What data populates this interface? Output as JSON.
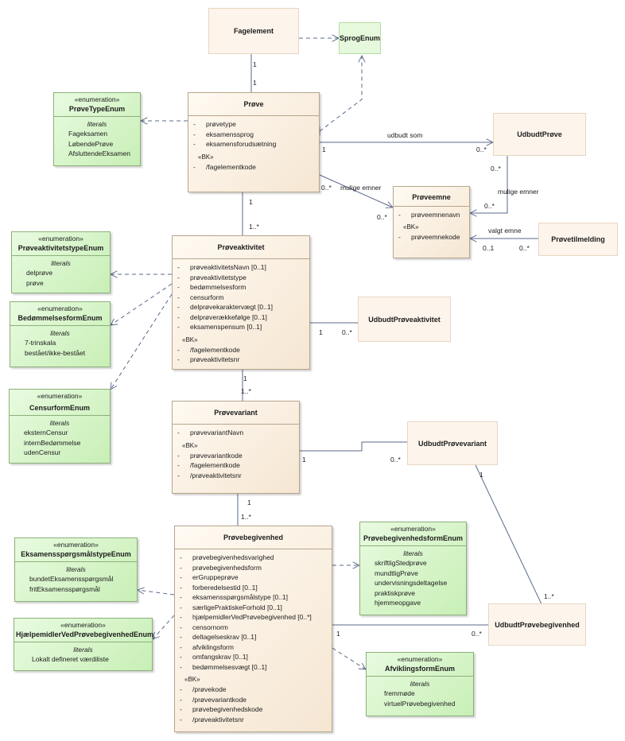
{
  "classes": {
    "fagelement": {
      "name": "Fagelement"
    },
    "sprogenum": {
      "name": "SprogEnum"
    },
    "prove": {
      "name": "Prøve",
      "attrs": [
        {
          "mark": "-",
          "text": "prøvetype"
        },
        {
          "mark": "-",
          "text": "eksamenssprog"
        },
        {
          "mark": "-",
          "text": "eksamensforudsætning"
        }
      ],
      "bk_label": "«BK»",
      "bk": [
        {
          "mark": "-",
          "text": "/fagelementkode"
        }
      ]
    },
    "udbudtprove": {
      "name": "UdbudtPrøve"
    },
    "proveemne": {
      "name": "Prøveemne",
      "attrs": [
        {
          "mark": "-",
          "text": "prøveemnenavn"
        }
      ],
      "bk_label": "«BK»",
      "bk": [
        {
          "mark": "-",
          "text": "prøveemnekode"
        }
      ]
    },
    "provetilmelding": {
      "name": "Prøvetilmelding"
    },
    "proveaktivitet": {
      "name": "Prøveaktivitet",
      "attrs": [
        {
          "mark": "-",
          "text": "prøveaktivitetsNavn [0..1]"
        },
        {
          "mark": "-",
          "text": "prøveaktivitetstype"
        },
        {
          "mark": "-",
          "text": "bedømmelsesform"
        },
        {
          "mark": "-",
          "text": "censurform"
        },
        {
          "mark": "-",
          "text": "delprøvekaraktervægt [0..1]"
        },
        {
          "mark": "-",
          "text": "delprøverækkefølge [0..1]"
        },
        {
          "mark": "-",
          "text": "eksamenspensum [0..1]"
        }
      ],
      "bk_label": "«BK»",
      "bk": [
        {
          "mark": "-",
          "text": "/fagelementkode"
        },
        {
          "mark": "-",
          "text": "prøveaktivitetsnr"
        }
      ]
    },
    "udbudtproveaktivitet": {
      "name": "UdbudtPrøveaktivitet"
    },
    "provevariant": {
      "name": "Prøvevariant",
      "attrs": [
        {
          "mark": "-",
          "text": "prøvevariantNavn"
        }
      ],
      "bk_label": "«BK»",
      "bk": [
        {
          "mark": "-",
          "text": "prøvevariantkode"
        },
        {
          "mark": "-",
          "text": "/fagelementkode"
        },
        {
          "mark": "-",
          "text": "/prøveaktivitetsnr"
        }
      ]
    },
    "udbudtprovevariant": {
      "name": "UdbudtPrøvevariant"
    },
    "provebegivenhed": {
      "name": "Prøvebegivenhed",
      "attrs": [
        {
          "mark": "-",
          "text": "prøvebegivenhedsvarighed"
        },
        {
          "mark": "-",
          "text": "prøvebegivenhedsform"
        },
        {
          "mark": "-",
          "text": "erGruppeprøve"
        },
        {
          "mark": "-",
          "text": "forberedelsestid [0..1]"
        },
        {
          "mark": "-",
          "text": "eksamensspørgsmålstype [0..1]"
        },
        {
          "mark": "-",
          "text": "særligePraktiskeForhold [0..1]"
        },
        {
          "mark": "-",
          "text": "hjælpemidlerVedPrøvebegivenhed [0..*]"
        },
        {
          "mark": "-",
          "text": "censornorm"
        },
        {
          "mark": "-",
          "text": "deltagelseskrav [0..1]"
        },
        {
          "mark": "-",
          "text": "afviklingsform"
        },
        {
          "mark": "-",
          "text": "omfangskrav [0..1]"
        },
        {
          "mark": "-",
          "text": "bedømmelsesvægt [0..1]"
        }
      ],
      "bk_label": "«BK»",
      "bk": [
        {
          "mark": "-",
          "text": "/prøvekode"
        },
        {
          "mark": "-",
          "text": "/prøvevariantkode"
        },
        {
          "mark": "-",
          "text": "prøvebegivenhedskode"
        },
        {
          "mark": "-",
          "text": "/prøveaktivitetsnr"
        }
      ]
    },
    "udbudtprovebegivenhed": {
      "name": "UdbudtPrøvebegivenhed"
    }
  },
  "enums": {
    "provetypeenum": {
      "stereo": "«enumeration»",
      "name": "PrøveTypeEnum",
      "lit_title": "literals",
      "literals": [
        "Fageksamen",
        "LøbendePrøve",
        "AfsluttendeEksamen"
      ]
    },
    "proveaktivitetstypeenum": {
      "stereo": "«enumeration»",
      "name": "PrøveaktivitetstypeEnum",
      "lit_title": "literals",
      "literals": [
        "delprøve",
        "prøve"
      ]
    },
    "bedommelsesformenum": {
      "stereo": "«enumeration»",
      "name": "BedømmelsesformEnum",
      "lit_title": "literals",
      "literals": [
        "7-trinskala",
        "bestået/ikke-bestået"
      ]
    },
    "censurformenum": {
      "stereo": "«enumeration»",
      "name": "CensurformEnum",
      "lit_title": "literals",
      "literals": [
        "eksternCensur",
        "internBedømmelse",
        "udenCensur"
      ]
    },
    "eksamensspoergsmaalstypeenum": {
      "stereo": "«enumeration»",
      "name": "EksamensspørgsmålstypeEnum",
      "lit_title": "literals",
      "literals": [
        "bundetEksamensspørgsmål",
        "fritEksamensspørgsmål"
      ]
    },
    "hjaelpemidlerenum": {
      "stereo": "«enumeration»",
      "name": "HjælpemidlerVedPrøvebegivenhedEnum",
      "lit_title": "literals",
      "literals": [
        "Lokalt defineret værdiliste"
      ]
    },
    "provebegivenhedsformenum": {
      "stereo": "«enumeration»",
      "name": "PrøvebegivenhedsformEnum",
      "lit_title": "literals",
      "literals": [
        "skriftligStedprøve",
        "mundtligPrøve",
        "undervisningsdeltagelse",
        "praktiskprøve",
        "hjemmeopgave"
      ]
    },
    "afviklingsformenum": {
      "stereo": "«enumeration»",
      "name": "AfviklingsformEnum",
      "lit_title": "literals",
      "literals": [
        "fremmøde",
        "virtuelPrøvebegivenhed"
      ]
    }
  },
  "labels": {
    "fag_prove_top": "1",
    "fag_prove_bottom": "1",
    "prove_udbudt_role": "udbudt som",
    "prove_udbudt_src": "1",
    "prove_udbudt_dst": "0..*",
    "prove_emne_role": "mulige emner",
    "prove_emne_src": "0..*",
    "prove_emne_dst": "0..*",
    "udbudt_emne_role": "mulige emner",
    "udbudt_emne_src": "0..*",
    "udbudt_emne_dst": "0..*",
    "tilm_emne_role": "valgt emne",
    "tilm_emne_dst": "0..1",
    "tilm_emne_src": "0..*",
    "prove_akt_top": "1",
    "prove_akt_bottom": "1..*",
    "akt_udbudt_src": "1",
    "akt_udbudt_dst": "0..*",
    "akt_var_top": "1",
    "akt_var_bottom": "1..*",
    "var_udbudt_src": "1",
    "var_udbudt_dst": "0..*",
    "var_beg_top": "1",
    "var_beg_bottom": "1..*",
    "uvar_ubeg_top": "1",
    "uvar_ubeg_bottom": "1..*",
    "beg_udbudt_src": "1",
    "beg_udbudt_dst": "0..*"
  }
}
